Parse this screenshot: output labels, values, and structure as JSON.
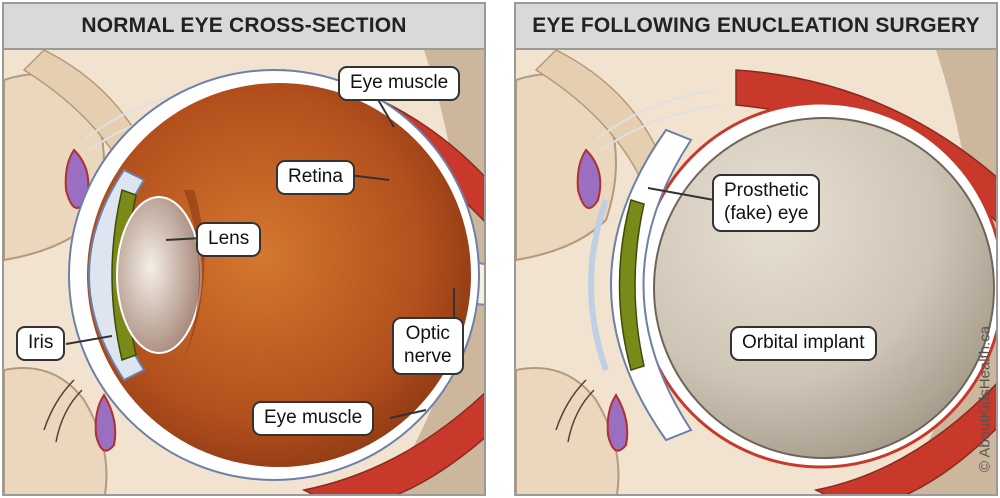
{
  "left_panel": {
    "title": "NORMAL EYE CROSS-SECTION",
    "labels": {
      "eye_muscle_top": "Eye muscle",
      "retina": "Retina",
      "lens": "Lens",
      "iris": "Iris",
      "optic_nerve_line1": "Optic",
      "optic_nerve_line2": "nerve",
      "eye_muscle_bottom": "Eye muscle"
    }
  },
  "right_panel": {
    "title": "EYE FOLLOWING ENUCLEATION SURGERY",
    "labels": {
      "prosthetic_line1": "Prosthetic",
      "prosthetic_line2": "(fake) eye",
      "orbital_implant": "Orbital implant"
    }
  },
  "credit": "© AboutKidsHealth.ca",
  "colors": {
    "skin": "#f1e3cf",
    "muscle": "#c8392b",
    "eyeball_interior": "#b8541f",
    "sclera": "#ffffff",
    "iris": "#7a8a18",
    "implant": "#c9bfb0",
    "header_bg": "#d9d9d9"
  }
}
